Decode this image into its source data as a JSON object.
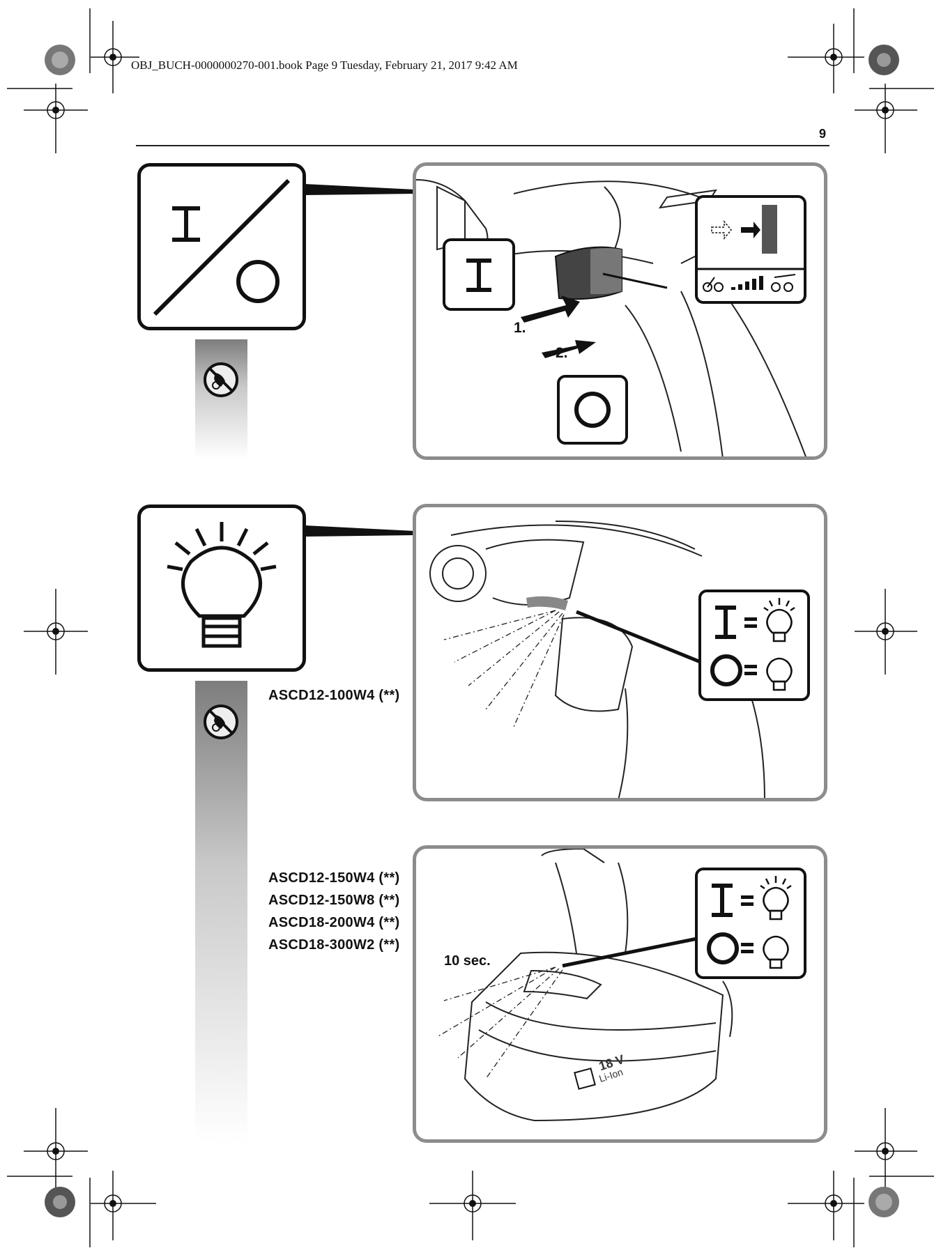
{
  "header": {
    "file_line": "OBJ_BUCH-0000000270-001.book  Page 9  Tuesday, February 21, 2017  9:42 AM",
    "page_number": "9"
  },
  "section1": {
    "step1": "1.",
    "step2": "2."
  },
  "section2": {
    "model": "ASCD12-100W4 (**)"
  },
  "section3": {
    "models": [
      "ASCD12-150W4 (**)",
      "ASCD12-150W8 (**)",
      "ASCD18-200W4 (**)",
      "ASCD18-300W2 (**)"
    ],
    "timer_label": "10 sec.",
    "battery_voltage": "18 V",
    "battery_type": "Li-Ion"
  },
  "icons": {
    "on_off": "power-switch-icon",
    "light": "light-bulb-icon",
    "no_touch": "no-electronics-touch-icon",
    "registration": "registration-mark-icon"
  },
  "colors": {
    "panel_border": "#8c8c8c",
    "ink": "#111111",
    "bar_top": "#7d7d7d"
  }
}
